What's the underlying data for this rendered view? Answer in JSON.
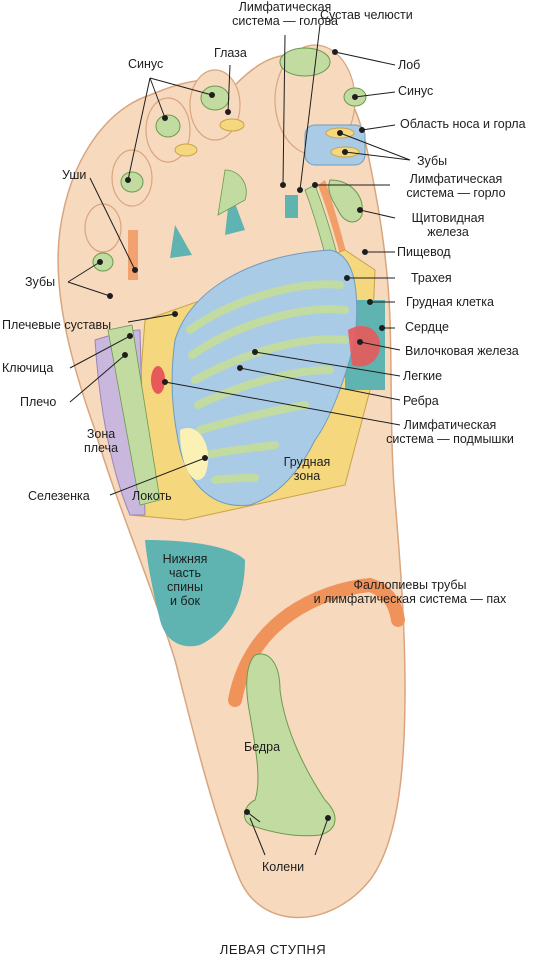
{
  "caption": "ЛЕВАЯ СТУПНЯ",
  "labels": {
    "lymph_head": "Лимфатическая\nсистема — голова",
    "jaw_joint": "Сустав челюсти",
    "eyes": "Глаза",
    "sinus_left": "Синус",
    "forehead": "Лоб",
    "sinus_right": "Синус",
    "nose_throat": "Область носа и горла",
    "ears": "Уши",
    "teeth_right": "Зубы",
    "lymph_throat": "Лимфатическая\nсистема — горло",
    "thyroid": "Щитовидная\nжелеза",
    "esophagus": "Пищевод",
    "teeth_left": "Зубы",
    "trachea": "Трахея",
    "chest": "Грудная клетка",
    "shoulder_joints": "Плечевые суставы",
    "heart": "Сердце",
    "thymus": "Вилочковая железа",
    "clavicle": "Ключица",
    "lungs": "Легкие",
    "shoulder": "Плечо",
    "ribs": "Ребра",
    "lymph_armpit": "Лимфатическая\nсистема — подмышки",
    "shoulder_zone": "Зона\nплеча",
    "chest_zone": "Грудная\nзона",
    "spleen": "Селезенка",
    "elbow": "Локоть",
    "lower_back": "Нижняя\nчасть\nспины\nи бок",
    "fallopian": "Фаллопиевы трубы\nи лимфатическая система — пах",
    "hip": "Бедра",
    "knees": "Колени"
  },
  "colors": {
    "skin": "#f7d9bd",
    "skin_shadow": "#eebf9a",
    "green": "#c2dba0",
    "green_line": "#6b9a4e",
    "teal": "#5fb3b0",
    "yellow": "#f5d77d",
    "orange": "#f0935a",
    "lavender": "#c9b7dd",
    "blue": "#a9cbe6",
    "red": "#e8595a",
    "pale_yellow": "#fbf1b4"
  }
}
